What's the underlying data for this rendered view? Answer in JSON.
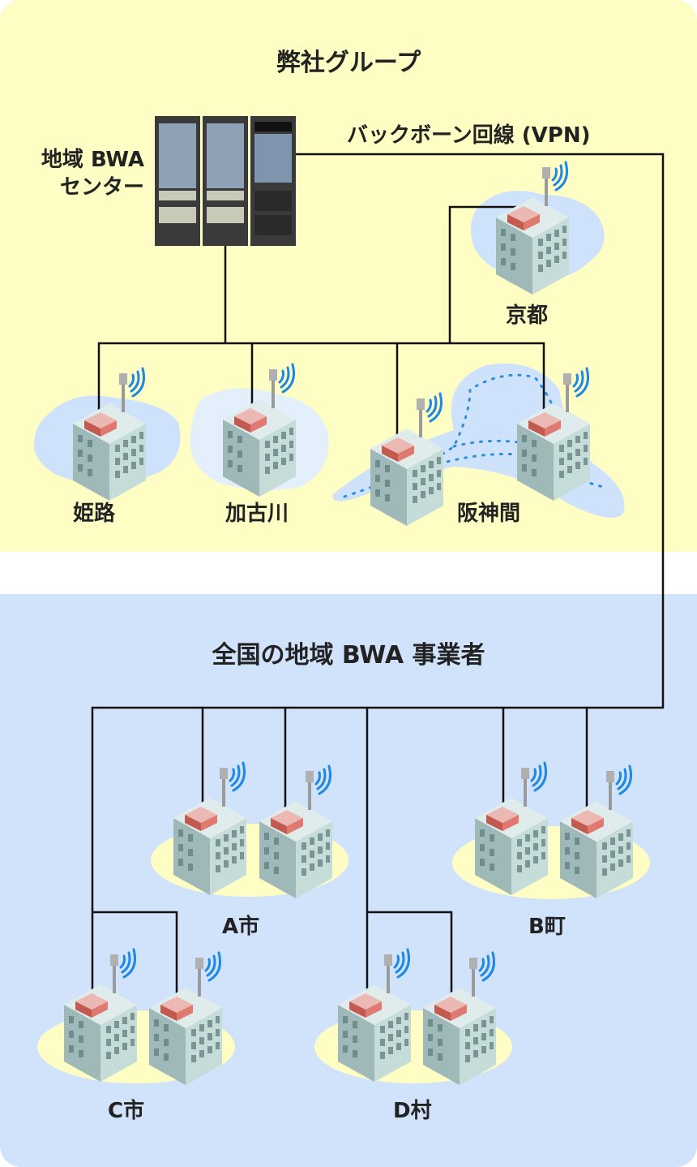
{
  "sections": {
    "company": {
      "title": "弊社グループ",
      "bg": "#fdfdc4"
    },
    "national": {
      "title": "全国の地域 BWA 事業者",
      "bg": "#d0e3fb"
    }
  },
  "center": {
    "label_line1": "地域 BWA",
    "label_line2": "センター"
  },
  "backbone": {
    "label": "バックボーン回線 (VPN)"
  },
  "sites": [
    {
      "id": "kyoto",
      "label": "京都"
    },
    {
      "id": "himeji",
      "label": "姫路"
    },
    {
      "id": "kakogawa",
      "label": "加古川"
    },
    {
      "id": "hanshin",
      "label": "阪神間"
    },
    {
      "id": "a-city",
      "label": "A市"
    },
    {
      "id": "b-town",
      "label": "B町"
    },
    {
      "id": "c-city",
      "label": "C市"
    },
    {
      "id": "d-village",
      "label": "D村"
    }
  ],
  "colors": {
    "line": "#111111",
    "signal": "#1e88e5",
    "station_roof": "#e07a70",
    "area_blue": "#cfe2fb",
    "area_yellow": "#fdfdc4"
  }
}
